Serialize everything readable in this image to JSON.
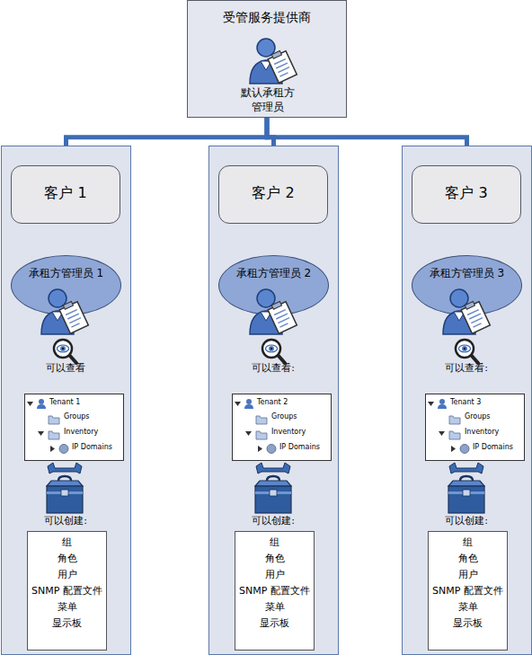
{
  "diagram": {
    "nodes": [
      {
        "text": [
          "受管服务提供商",
          "默认承租方 管理员"
        ]
      },
      {
        "text": [
          "可以查看",
          "可以创建:"
        ]
      },
      {
        "text": [
          "客户 1"
        ],
        "in": 1
      },
      {
        "text": [
          "承租方管理员 1"
        ],
        "in": 1
      },
      {
        "text": [
          "Tenant 1",
          "Groups",
          "Inventory",
          "IP Domains"
        ],
        "in": 1
      },
      {
        "text": [
          "组",
          "角色",
          "用户",
          "SNMP 配置文件",
          "菜单",
          "显示板"
        ],
        "in": 1
      },
      {
        "text": [
          "可以查看:",
          "可以创建:"
        ]
      },
      {
        "text": [
          "客户 2"
        ],
        "in": 6
      },
      {
        "text": [
          "承租方管理员 2"
        ],
        "in": 6
      },
      {
        "text": [
          "Tenant 2",
          "Groups",
          "Inventory",
          "IP Domains"
        ],
        "in": 6
      },
      {
        "text": [
          "组",
          "角色",
          "用户",
          "SNMP 配置文件",
          "菜单",
          "显示板"
        ],
        "in": 6
      },
      {
        "text": [
          "可以查看:",
          "可以创建:"
        ]
      },
      {
        "text": [
          "客户 3"
        ],
        "in": 11
      },
      {
        "text": [
          "承租方管理员 3"
        ],
        "in": 11
      },
      {
        "text": [
          "Tenant 3",
          "Groups",
          "Inventory",
          "IP Domains"
        ],
        "in": 11
      },
      {
        "text": [
          "组",
          "角色",
          "用户",
          "SNMP 配置文件",
          "菜单",
          "显示板"
        ],
        "in": 11
      }
    ],
    "edges": [
      {
        "from": 0,
        "to": 1,
        "arrow": "none"
      },
      {
        "from": 0,
        "to": 6,
        "arrow": "none"
      },
      {
        "from": 0,
        "to": 11,
        "arrow": "none"
      }
    ]
  }
}
